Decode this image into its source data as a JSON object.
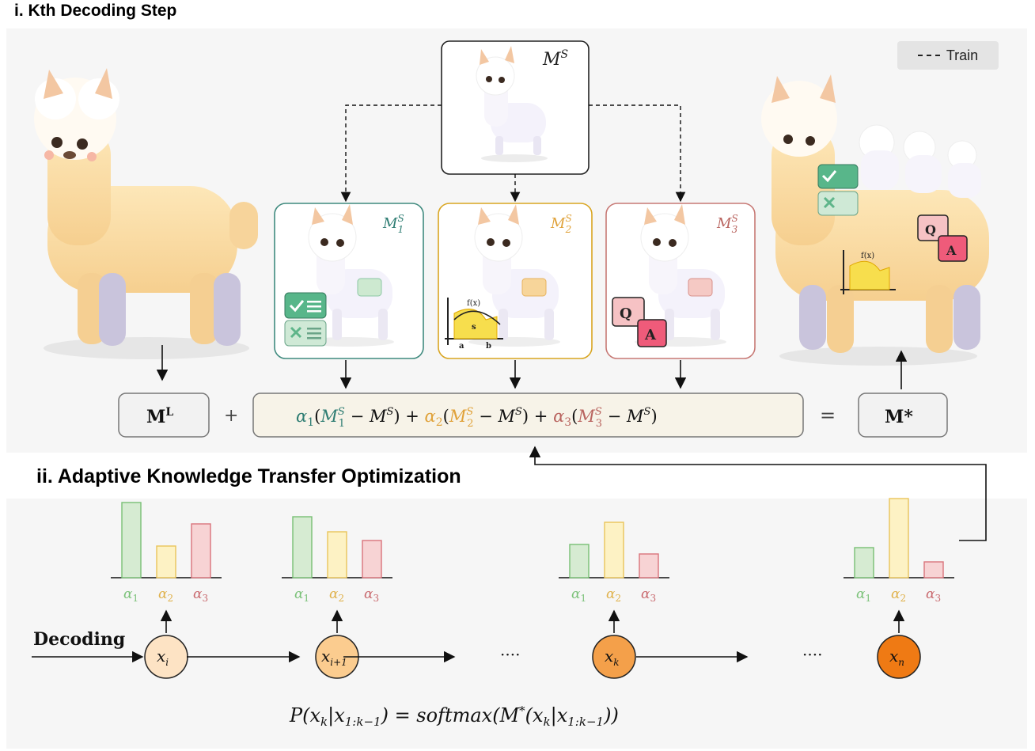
{
  "section1": {
    "title": "i. Kth Decoding Step"
  },
  "section2": {
    "title": "ii.  Adaptive Knowledge Transfer Optimization"
  },
  "legend": {
    "label": "Train"
  },
  "models": {
    "source": {
      "label": "M",
      "sup": "S"
    },
    "experts": [
      {
        "label": "M",
        "sub": "1",
        "sup": "S",
        "color": "#2e7d73",
        "border": "#3f8a7e"
      },
      {
        "label": "M",
        "sub": "2",
        "sup": "S",
        "color": "#e0a23a",
        "border": "#d9a520"
      },
      {
        "label": "M",
        "sub": "3",
        "sup": "S",
        "color": "#b9645f",
        "border": "#c77975"
      }
    ]
  },
  "equation": {
    "large": "M",
    "large_sup": "L",
    "plus": "+",
    "equals": "=",
    "merged": "M*",
    "terms": [
      {
        "alpha": "α",
        "sub": "1",
        "color": "#2e7d73"
      },
      {
        "alpha": "α",
        "sub": "2",
        "color": "#e0a23a"
      },
      {
        "alpha": "α",
        "sub": "3",
        "color": "#b9645f"
      }
    ]
  },
  "decoding": {
    "label": "Decoding",
    "ellipsis": "····",
    "nodes": [
      {
        "label": "x",
        "sub": "i",
        "fill": "#fde3c4",
        "alphas": [
          0.95,
          0.4,
          0.68
        ]
      },
      {
        "label": "x",
        "sub": "i+1",
        "fill": "#fbcc8f",
        "alphas": [
          0.77,
          0.58,
          0.47
        ]
      },
      {
        "label": "x",
        "sub": "k",
        "fill": "#f4a04a",
        "alphas": [
          0.42,
          0.7,
          0.3
        ]
      },
      {
        "label": "x",
        "sub": "n",
        "fill": "#ef7a14",
        "alphas": [
          0.38,
          1.0,
          0.2
        ]
      }
    ],
    "alpha_labels": [
      {
        "alpha": "α",
        "sub": "1",
        "color": "#7cc27a"
      },
      {
        "alpha": "α",
        "sub": "2",
        "color": "#e0b24c"
      },
      {
        "alpha": "α",
        "sub": "3",
        "color": "#c96a6f"
      }
    ],
    "bar_fills": [
      "#d6ebd2",
      "#fdf2c4",
      "#f7d3d4"
    ],
    "bar_strokes": [
      "#78bf74",
      "#e9c45a",
      "#d9747b"
    ]
  },
  "formula": "P(x_k|x_{1:k−1}) = softmax(M*(x_k|x_{1:k−1}))",
  "icons": [
    "alpaca-large-icon",
    "alpaca-small-icon",
    "checklist-icon",
    "function-plot-icon",
    "qa-bubble-icon",
    "alpaca-group-icon"
  ]
}
